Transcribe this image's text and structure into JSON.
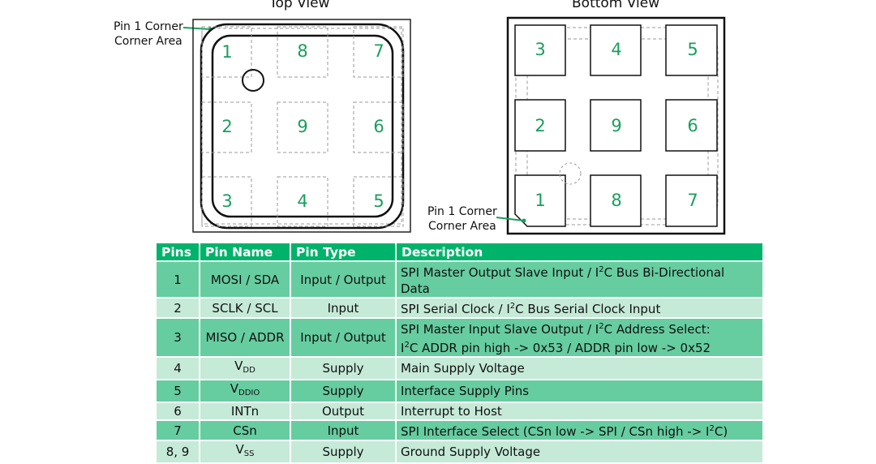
{
  "top_view": {
    "title": "Top View",
    "pin1_label_line1": "Pin 1 Corner",
    "pin1_label_line2": "Corner Area",
    "pins": [
      "1",
      "8",
      "7",
      "2",
      "9",
      "6",
      "3",
      "4",
      "5"
    ]
  },
  "bottom_view": {
    "title": "Bottom View",
    "pin1_label_line1": "Pin 1 Corner",
    "pin1_label_line2": "Corner Area",
    "pins": [
      "3",
      "4",
      "5",
      "2",
      "9",
      "6",
      "1",
      "8",
      "7"
    ]
  },
  "colors": {
    "accent": "#00b36b",
    "row_dark": "#66cda0",
    "row_light": "#c5ead8",
    "pin_text": "#1a9e5e"
  },
  "table": {
    "headers": [
      "Pins",
      "Pin Name",
      "Pin Type",
      "Description"
    ],
    "rows": [
      {
        "pins": "1",
        "name": "MOSI / SDA",
        "type": "Input / Output",
        "desc_line1": "SPI Master Output Slave Input / I",
        "desc_sup1": "2",
        "desc_line1b": "C Bus Bi-Directional",
        "desc_line2": "Data"
      },
      {
        "pins": "2",
        "name": "SCLK / SCL",
        "type": "Input",
        "desc_a": "SPI Serial Clock / I",
        "desc_sup": "2",
        "desc_b": "C Bus Serial Clock Input"
      },
      {
        "pins": "3",
        "name": "MISO / ADDR",
        "type": "Input / Output",
        "desc_line1": "SPI Master Input Slave Output / I",
        "desc_sup1": "2",
        "desc_line1b": "C Address Select:",
        "desc_line2a": "I",
        "desc_sup2": "2",
        "desc_line2b": "C ADDR pin high -> 0x53 / ADDR pin low -> 0x52"
      },
      {
        "pins": "4",
        "name_main": "V",
        "name_sub": "DD",
        "type": "Supply",
        "desc": "Main Supply Voltage"
      },
      {
        "pins": "5",
        "name_main": "V",
        "name_sub": "DDIO",
        "type": "Supply",
        "desc": "Interface Supply Pins"
      },
      {
        "pins": "6",
        "name": "INTn",
        "type": "Output",
        "desc": "Interrupt to Host"
      },
      {
        "pins": "7",
        "name": "CSn",
        "type": "Input",
        "desc_a": "SPI Interface Select (CSn low -> SPI / CSn high -> I",
        "desc_sup": "2",
        "desc_b": "C)"
      },
      {
        "pins": "8, 9",
        "name_main": "V",
        "name_sub": "SS",
        "type": "Supply",
        "desc": "Ground Supply Voltage"
      }
    ]
  }
}
